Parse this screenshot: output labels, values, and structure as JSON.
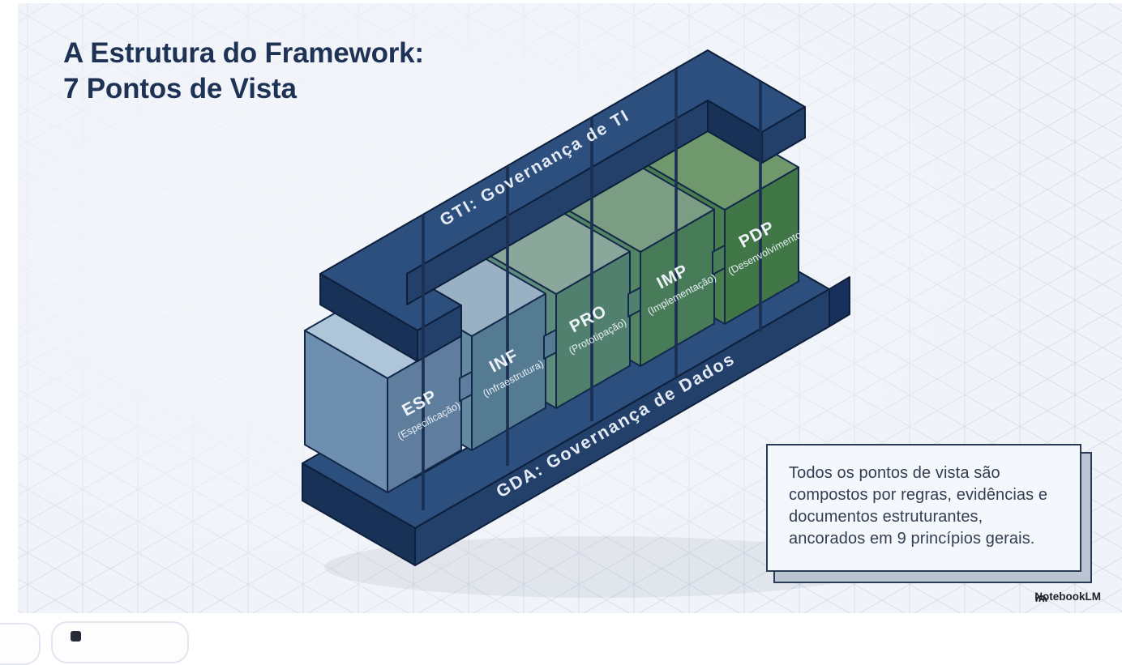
{
  "slide": {
    "title": "A Estrutura do Framework:\n7 Pontos de Vista",
    "frame": {
      "top_beam_label": "GTI: Governança de TI",
      "bottom_beam_label": "GDA: Governança de Dados"
    },
    "viewpoints": [
      {
        "code": "ESP",
        "subtitle": "(Especificação)"
      },
      {
        "code": "INF",
        "subtitle": "(Infraestrutura)"
      },
      {
        "code": "PRO",
        "subtitle": "(Prototipação)"
      },
      {
        "code": "IMP",
        "subtitle": "(Implementação)"
      },
      {
        "code": "PDP",
        "subtitle": "(Desenvolvimento)"
      }
    ],
    "note_text": "Todos os pontos de vista são compostos por regras, evidências e documentos estruturantes, ancorados em 9 princípios gerais.",
    "watermark": "NotebookLM",
    "colors": {
      "background": "#f0f3f8",
      "grid": "#dbe0ee",
      "title": "#1e3256",
      "beam_top": "#2d4f7e",
      "beam_front": "#23406a",
      "beam_side": "#183257",
      "note_border": "#2b3a55",
      "note_bg": "#f4f7fb",
      "cube_blue": "#5f7e9e",
      "cube_green": "#417747"
    }
  }
}
